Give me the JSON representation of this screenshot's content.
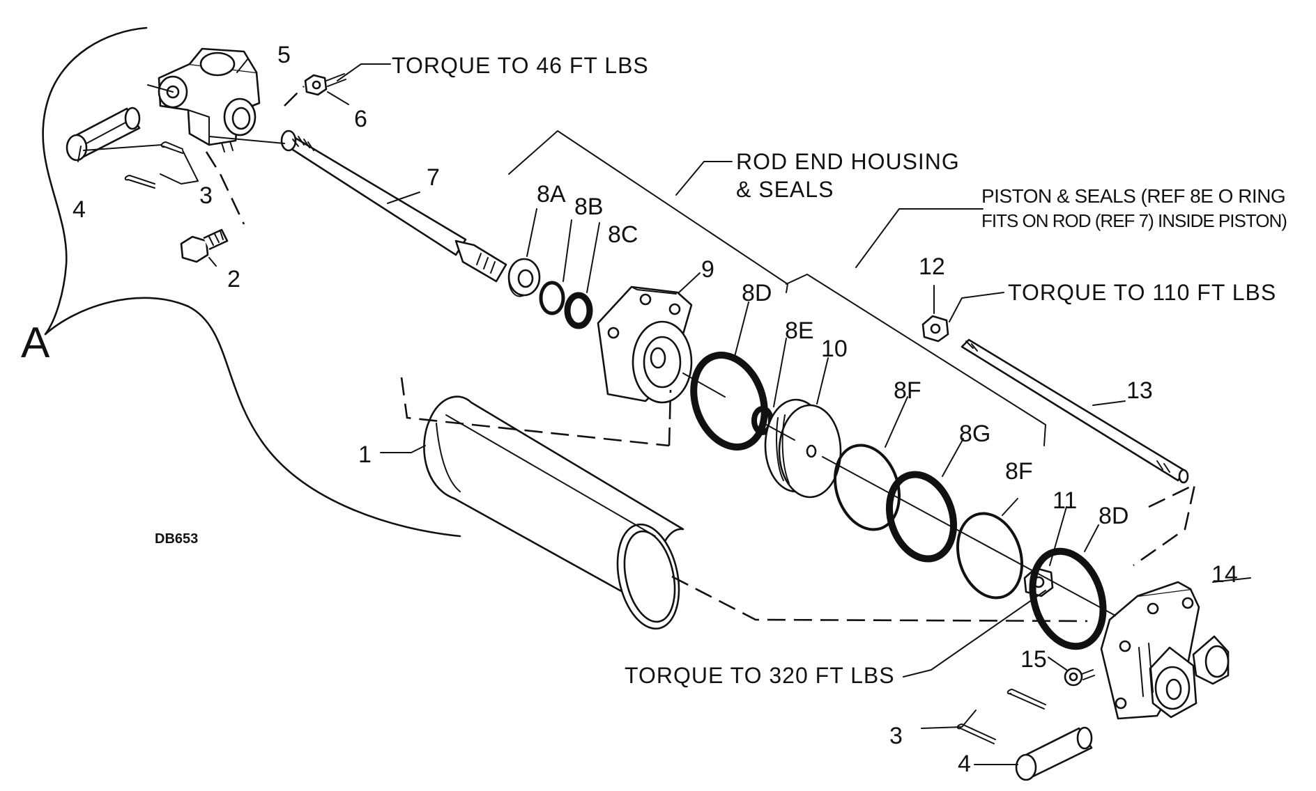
{
  "diagram": {
    "view_label": "A",
    "drawing_code": "DB653",
    "notes": {
      "torque_6": "TORQUE TO 46 FT LBS",
      "torque_12": "TORQUE TO 110 FT LBS",
      "torque_11": "TORQUE TO 320 FT LBS",
      "rod_end_line1": "ROD END HOUSING",
      "rod_end_line2": "& SEALS",
      "piston_line1": "PISTON & SEALS (REF 8E O RING",
      "piston_line2": "FITS ON ROD (REF 7) INSIDE PISTON)"
    },
    "callouts": {
      "p1": "1",
      "p2": "2",
      "p3a": "3",
      "p3b": "3",
      "p4a": "4",
      "p4b": "4",
      "p5": "5",
      "p6": "6",
      "p7": "7",
      "p8a": "8A",
      "p8b": "8B",
      "p8c": "8C",
      "p8d_top": "8D",
      "p8e": "8E",
      "p8f_1": "8F",
      "p8g": "8G",
      "p8f_2": "8F",
      "p8d_bottom": "8D",
      "p9": "9",
      "p10": "10",
      "p11": "11",
      "p12": "12",
      "p13": "13",
      "p14": "14",
      "p15": "15"
    }
  }
}
